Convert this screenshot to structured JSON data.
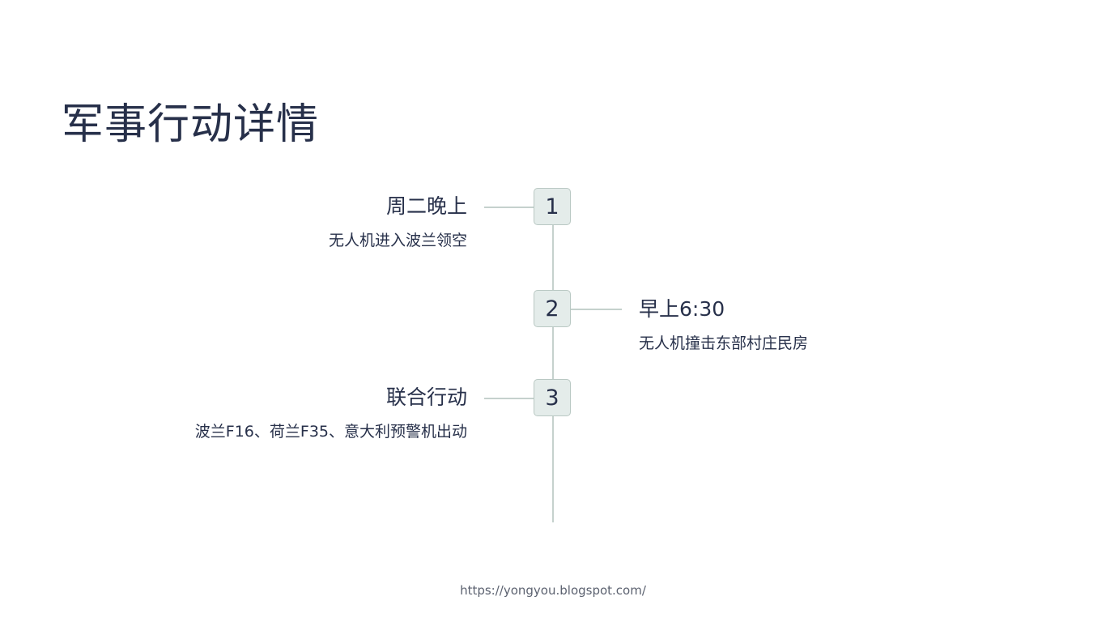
{
  "slide": {
    "title": "军事行动详情",
    "events": [
      {
        "number": "1",
        "heading": "周二晚上",
        "description": "无人机进入波兰领空",
        "side": "left"
      },
      {
        "number": "2",
        "heading": "早上6:30",
        "description": "无人机撞击东部村庄民房",
        "side": "right"
      },
      {
        "number": "3",
        "heading": "联合行动",
        "description": "波兰F16、荷兰F35、意大利预警机出动",
        "side": "left"
      }
    ],
    "footer": "https://yongyou.blogspot.com/"
  },
  "colors": {
    "text": "#27304a",
    "badge_fill": "#e4ecea",
    "badge_border": "#b9c8c3",
    "line": "#c5d1cd",
    "footer": "#5c6270"
  }
}
